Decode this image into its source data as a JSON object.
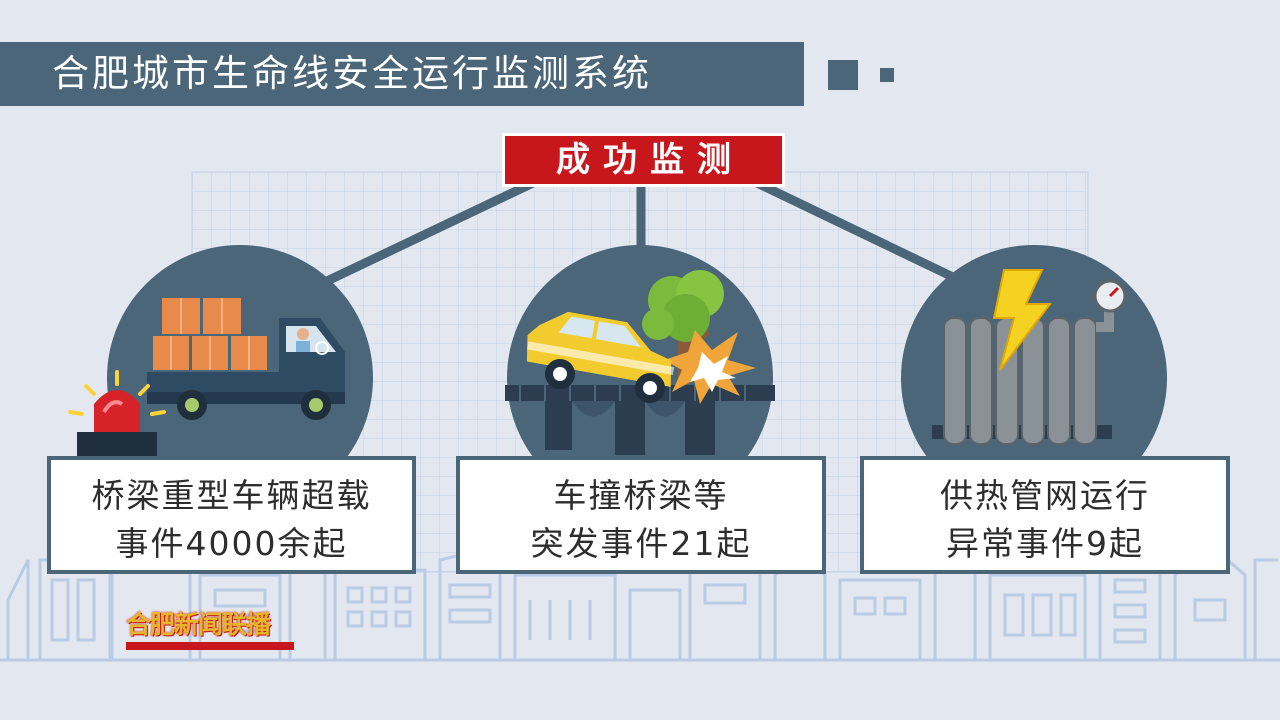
{
  "header": {
    "title": "合肥城市生命线安全运行监测系统",
    "badge": "成功监测"
  },
  "panels": [
    {
      "icon": "overloaded-truck-icon",
      "line1": "桥梁重型车辆超载",
      "line2": "事件4000余起"
    },
    {
      "icon": "car-crash-icon",
      "line1": "车撞桥梁等",
      "line2": "突发事件21起"
    },
    {
      "icon": "heating-radiator-icon",
      "line1": "供热管网运行",
      "line2": "异常事件9起"
    }
  ],
  "logo": {
    "text": "合肥新闻联播"
  },
  "colors": {
    "background": "#e3e8f0",
    "panel": "#4a6678",
    "accent_red": "#c8161d",
    "grid": "#c9d7ea",
    "skyline": "#b9cbe5"
  }
}
